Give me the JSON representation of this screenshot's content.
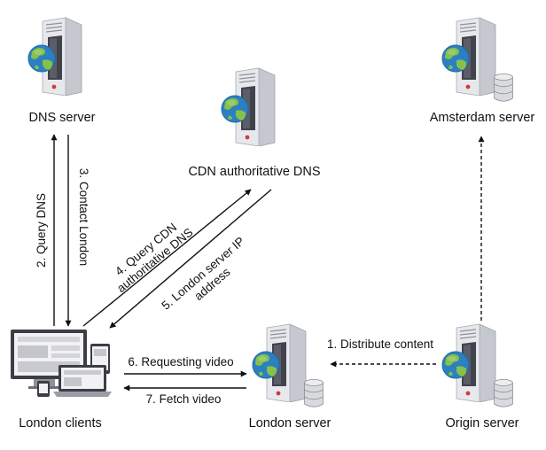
{
  "nodes": {
    "dns_server": {
      "label": "DNS server",
      "icon": "server-globe-icon"
    },
    "cdn_dns": {
      "label": "CDN authoritative DNS",
      "icon": "server-globe-icon"
    },
    "amsterdam": {
      "label": "Amsterdam server",
      "icon": "server-globe-database-icon"
    },
    "london_clients": {
      "label": "London clients",
      "icon": "devices-icon"
    },
    "london_server": {
      "label": "London server",
      "icon": "server-globe-database-icon"
    },
    "origin": {
      "label": "Origin server",
      "icon": "server-globe-database-icon"
    }
  },
  "edges": {
    "e1": {
      "label": "1. Distribute content",
      "style": "dashed"
    },
    "e2": {
      "label": "2. Query DNS",
      "style": "solid"
    },
    "e3": {
      "label": "3. Contact London",
      "style": "solid"
    },
    "e4": {
      "line1": "4. Query CDN",
      "line2": "authoritative DNS",
      "style": "solid"
    },
    "e5": {
      "line1": "5. London server IP",
      "line2": "address",
      "style": "solid"
    },
    "e6": {
      "label": "6. Requesting video",
      "style": "solid"
    },
    "e7": {
      "label": "7. Fetch video",
      "style": "solid"
    },
    "e8": {
      "style": "dashed"
    }
  },
  "colors": {
    "server_body": "#e4e5ea",
    "server_side": "#b9bcc4",
    "server_face": "#3e4049",
    "globe_ocean": "#2c7fbf",
    "globe_land": "#86c14b",
    "database": "#dcdcdc",
    "arrow": "#111111"
  }
}
